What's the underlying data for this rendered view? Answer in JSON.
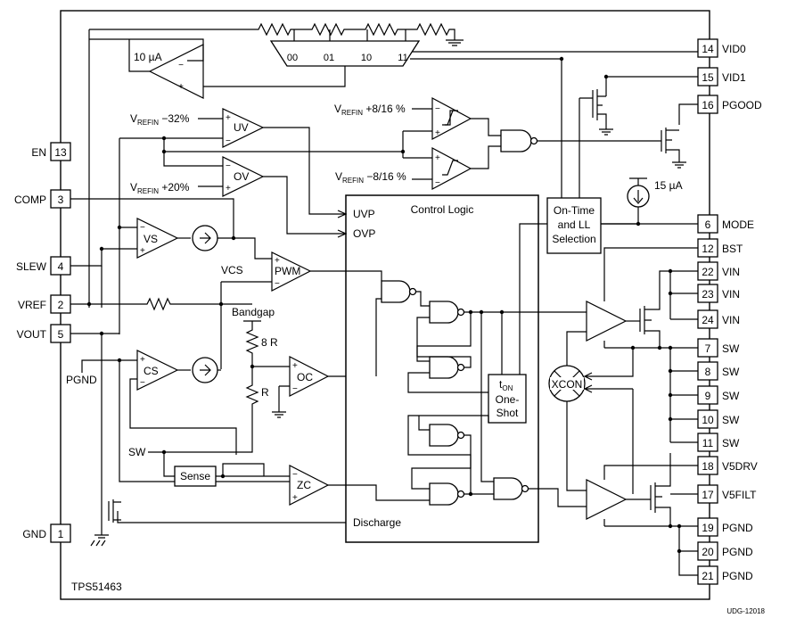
{
  "part_number": "TPS51463",
  "drawing_id": "UDG-12018",
  "left_pins": [
    {
      "num": "13",
      "name": "EN"
    },
    {
      "num": "3",
      "name": "COMP"
    },
    {
      "num": "4",
      "name": "SLEW"
    },
    {
      "num": "2",
      "name": "VREF"
    },
    {
      "num": "5",
      "name": "VOUT"
    },
    {
      "num": "1",
      "name": "GND"
    }
  ],
  "right_pins": [
    {
      "num": "14",
      "name": "VID0"
    },
    {
      "num": "15",
      "name": "VID1"
    },
    {
      "num": "16",
      "name": "PGOOD"
    },
    {
      "num": "6",
      "name": "MODE"
    },
    {
      "num": "12",
      "name": "BST"
    },
    {
      "num": "22",
      "name": "VIN"
    },
    {
      "num": "23",
      "name": "VIN"
    },
    {
      "num": "24",
      "name": "VIN"
    },
    {
      "num": "7",
      "name": "SW"
    },
    {
      "num": "8",
      "name": "SW"
    },
    {
      "num": "9",
      "name": "SW"
    },
    {
      "num": "10",
      "name": "SW"
    },
    {
      "num": "11",
      "name": "SW"
    },
    {
      "num": "18",
      "name": "V5DRV"
    },
    {
      "num": "17",
      "name": "V5FILT"
    },
    {
      "num": "19",
      "name": "PGND"
    },
    {
      "num": "20",
      "name": "PGND"
    },
    {
      "num": "21",
      "name": "PGND"
    }
  ],
  "blocks": {
    "uv": "UV",
    "ov": "OV",
    "vs": "VS",
    "pwm": "PWM",
    "cs": "CS",
    "oc": "OC",
    "zc": "ZC",
    "sense": "Sense",
    "xcon": "XCON",
    "control_logic": "Control Logic",
    "on_time": [
      "On-Time",
      "and LL",
      "Selection"
    ],
    "ton_oneshot": [
      "t",
      "ON",
      "One-",
      "Shot"
    ]
  },
  "labels": {
    "current_10ua": "10 µA",
    "current_15ua": "15 µA",
    "mux": [
      "00",
      "01",
      "10",
      "11"
    ],
    "vrefin": "V",
    "refin_sub": "REFIN",
    "uv_ref": " −32%",
    "ov_ref": " +20%",
    "pg_hi_ref": " +8/16 %",
    "pg_lo_ref": " −8/16 %",
    "uvp": "UVP",
    "ovp": "OVP",
    "vcs": "VCS",
    "bandgap": "Bandgap",
    "r8": "8 R",
    "r1": "R",
    "pgnd_in": "PGND",
    "sw_in": "SW",
    "discharge": "Discharge"
  },
  "opamp_signs": {
    "plus": "+",
    "minus": "−"
  }
}
